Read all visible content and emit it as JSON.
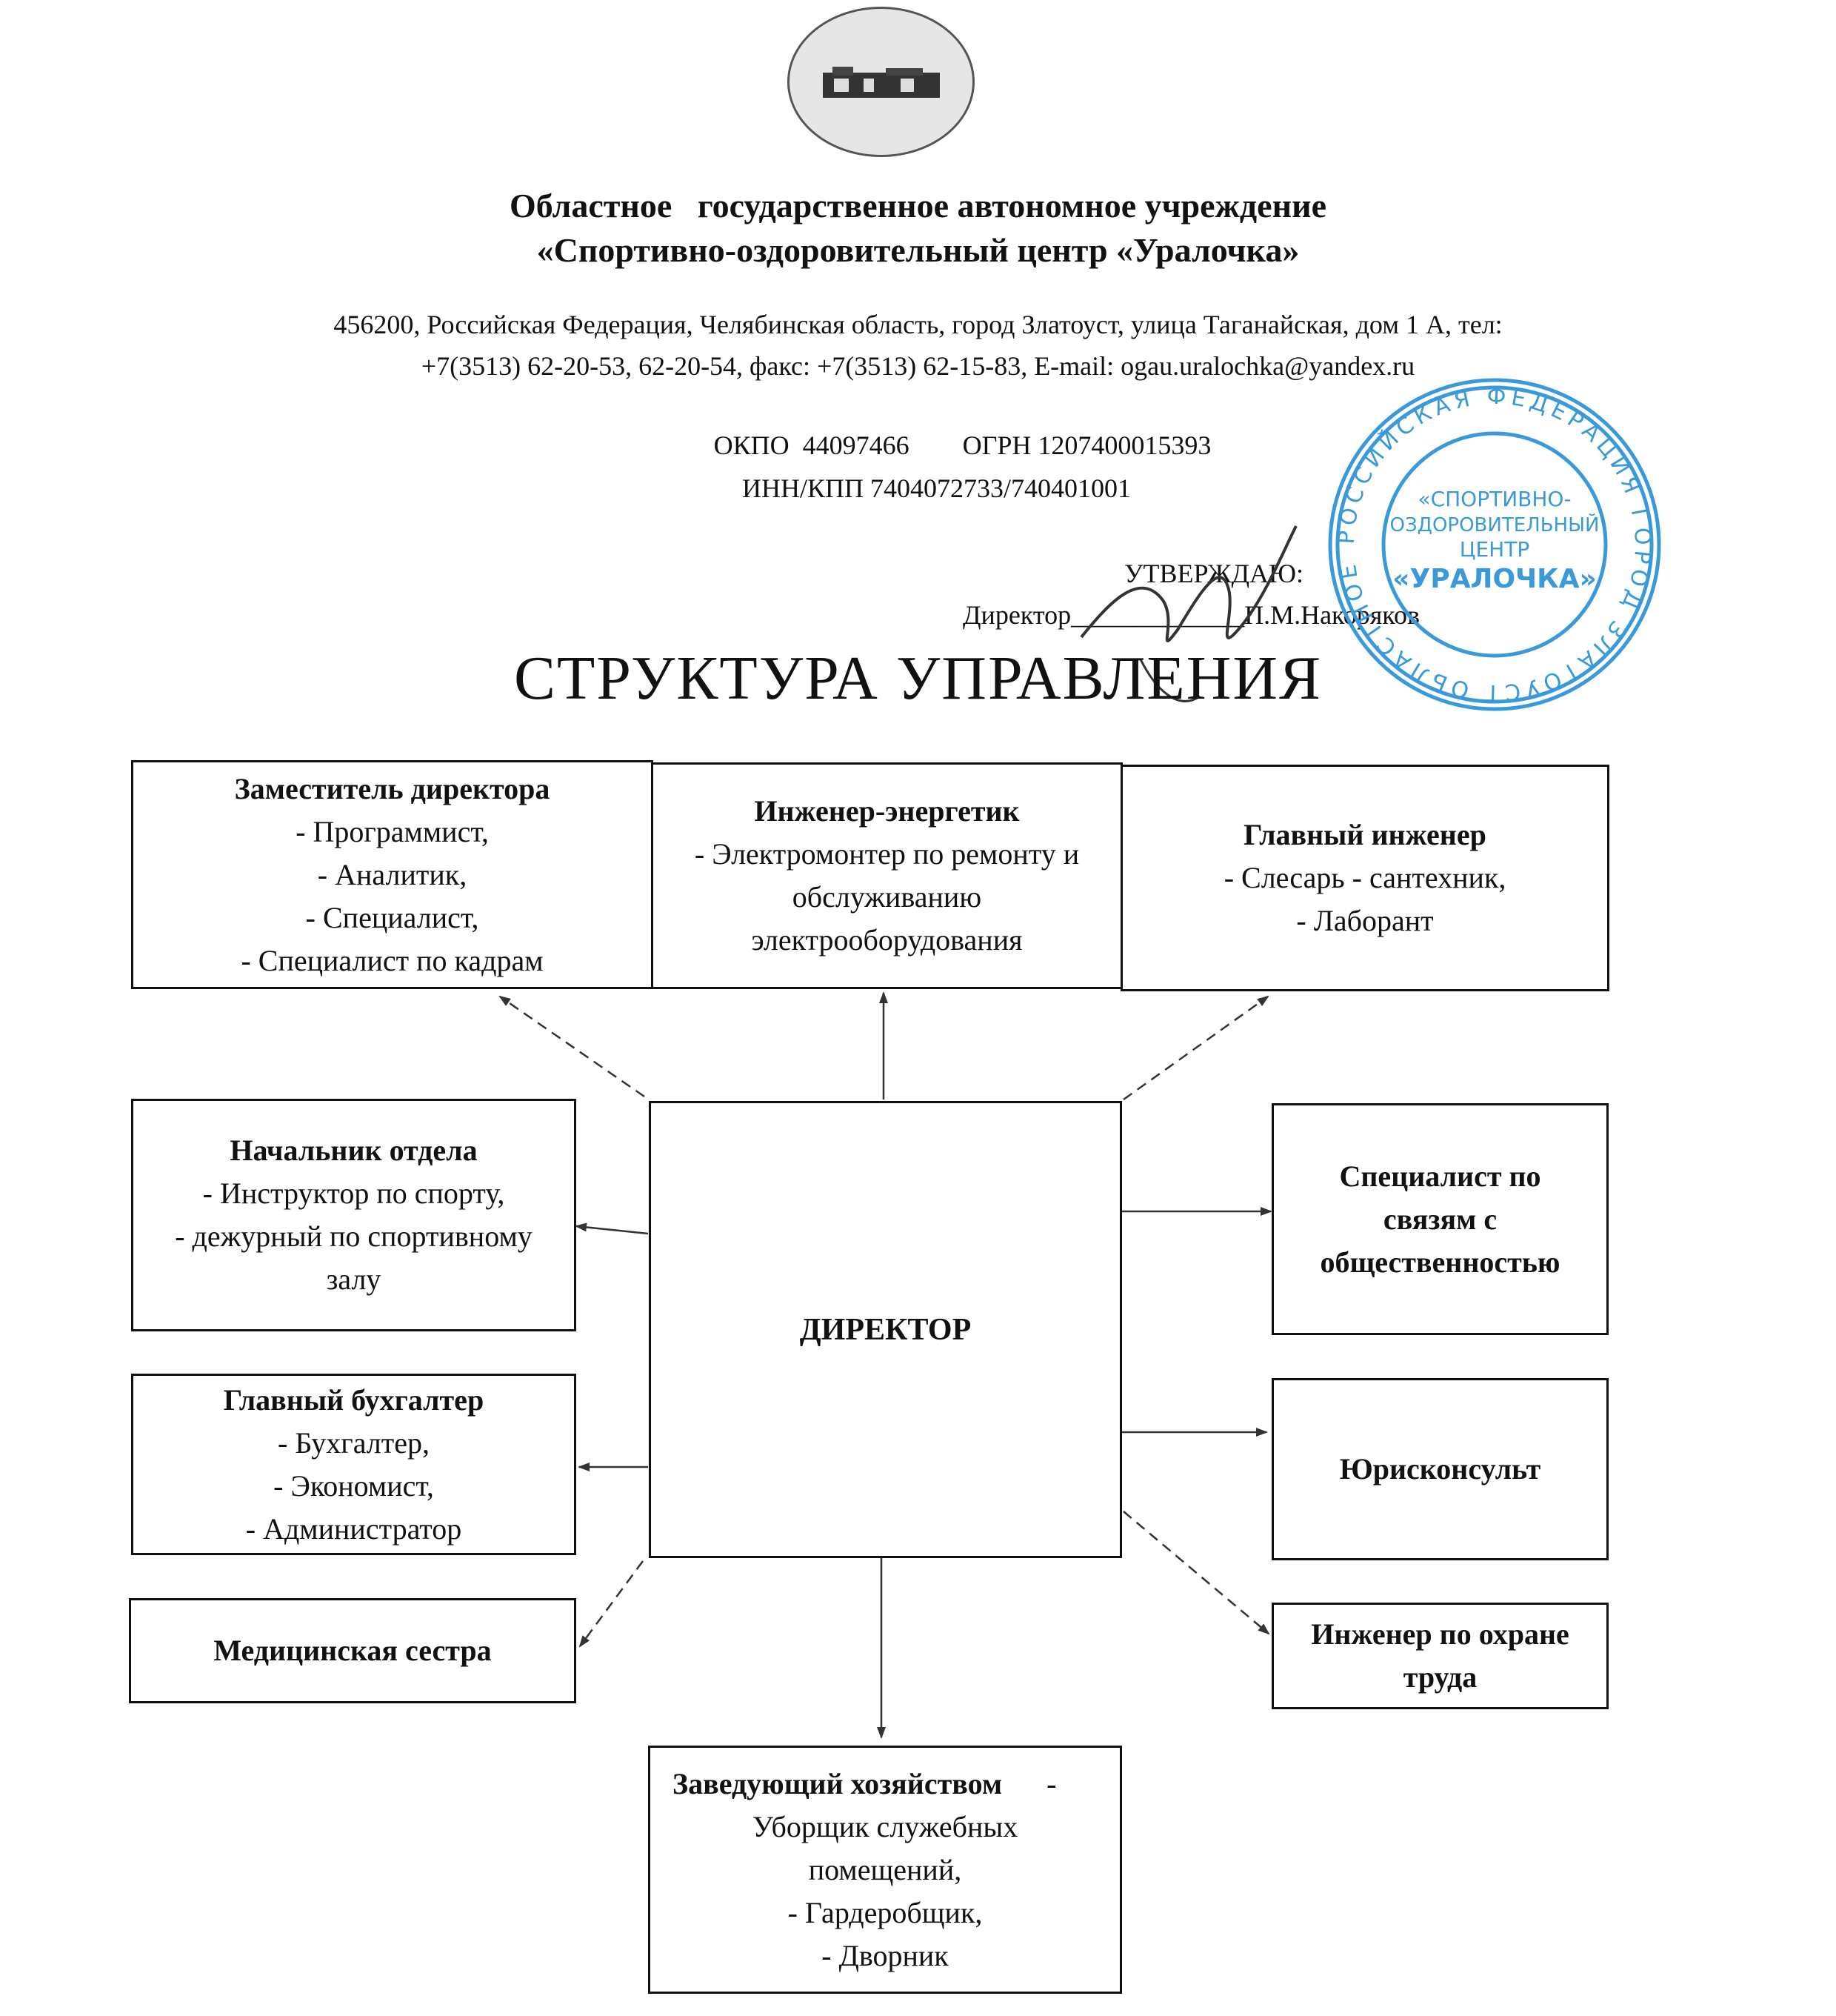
{
  "header": {
    "org_line1": "Областное   государственное автономное учреждение",
    "org_line2": "«Спортивно-оздоровительный центр «Уралочка»",
    "address_line1": "456200, Российская Федерация, Челябинская область, город Златоуст, улица Таганайская, дом 1 А, тел:",
    "address_line2": "+7(3513) 62-20-53, 62-20-54, факс: +7(3513) 62-15-83, E-mail: ogau.uralochka@yandex.ru",
    "codes_line1": "ОКПО  44097466        ОГРН 1207400015393",
    "codes_line2": "ИНН/КПП 7404072733/740401001"
  },
  "approval": {
    "label": "УТВЕРЖДАЮ:",
    "line": "Директор_____________П.М.Накоряков"
  },
  "stamp": {
    "ring_text": "РОССИЙСКАЯ ФЕДЕРАЦИЯ ГОРОД ЗЛАТОУСТ ОБЛАСТНОЕ ГОСУДАРСТВЕННОЕ АВТОНОМНОЕ УЧРЕЖДЕНИЕ",
    "center_line1": "«СПОРТИВНО-",
    "center_line2": "ОЗДОРОВИТЕЛЬНЫЙ",
    "center_line3": "ЦЕНТР",
    "center_line4": "«УРАЛОЧКА»",
    "color": "#3a9ad9"
  },
  "title": "СТРУКТУРА УПРАВЛЕНИЯ",
  "chart": {
    "director": "ДИРЕКТОР",
    "deputy": {
      "head": "Заместитель директора",
      "items": [
        "- Программист,",
        "- Аналитик,",
        "- Специалист,",
        "- Специалист по кадрам"
      ]
    },
    "power_engineer": {
      "head": "Инженер-энергетик",
      "items": [
        "- Электромонтер по ремонту и",
        "обслуживанию",
        "электрооборудования"
      ]
    },
    "chief_engineer": {
      "head": "Главный инженер",
      "items": [
        "- Слесарь - сантехник,",
        "- Лаборант"
      ]
    },
    "dept_head": {
      "head": "Начальник отдела",
      "items": [
        "- Инструктор по спорту,",
        "- дежурный по спортивному",
        "залу"
      ]
    },
    "accountant": {
      "head": "Главный бухгалтер",
      "items": [
        "- Бухгалтер,",
        "- Экономист,",
        "- Администратор"
      ]
    },
    "nurse": {
      "head": "Медицинская сестра"
    },
    "pr_specialist": {
      "lines": [
        "Специалист по",
        "связям с",
        "общественностью"
      ]
    },
    "lawyer": {
      "head": "Юрисконсульт"
    },
    "safety_engineer": {
      "lines": [
        "Инженер по охране",
        "труда"
      ]
    },
    "housekeeping": {
      "head": "Заведующий хозяйством",
      "head_tail": "-",
      "items": [
        "Уборщик служебных",
        "помещений,",
        "- Гардеробщик,",
        "- Дворник"
      ]
    }
  }
}
